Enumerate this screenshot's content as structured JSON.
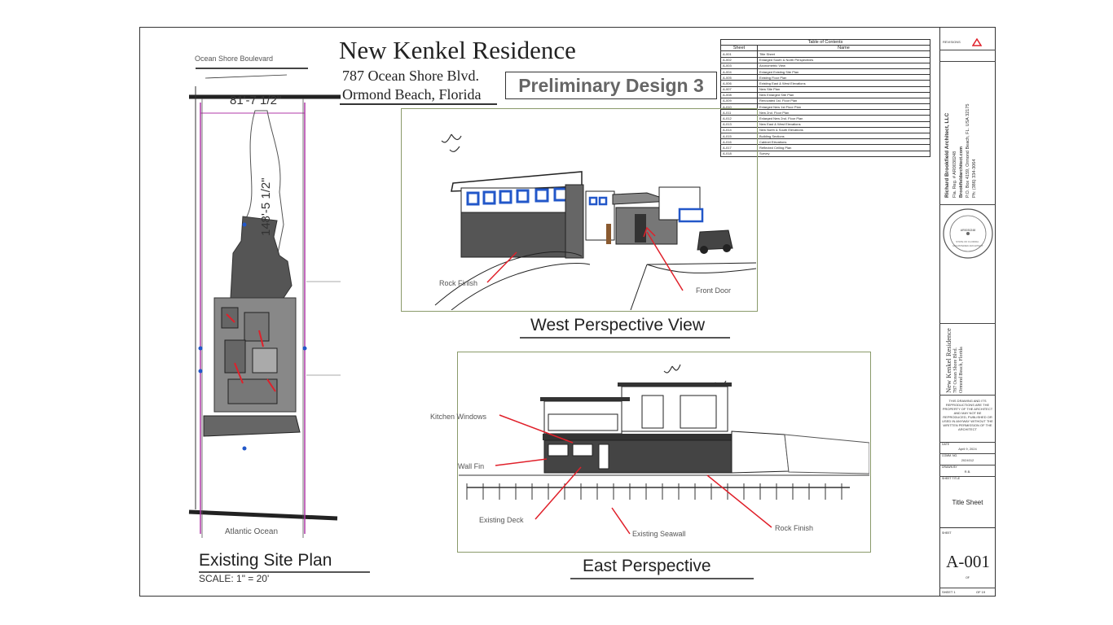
{
  "project": {
    "title": "New Kenkel Residence",
    "address_line1": "787 Ocean Shore Blvd.",
    "address_line2": "Ormond Beach, Florida",
    "design_label": "Preliminary Design 3"
  },
  "site_plan": {
    "street_label": "Ocean Shore Boulevard",
    "width_dim": "81'-7 1/2\"",
    "depth_dim": "148'-5 1/2\"",
    "ocean_label": "Atlantic Ocean",
    "caption": "Existing Site Plan",
    "scale": "SCALE: 1\"   = 20'"
  },
  "west_view": {
    "caption": "West Perspective View",
    "callouts": [
      "Rock Finish",
      "Front Door"
    ]
  },
  "east_view": {
    "caption": "East Perspective",
    "callouts": [
      "Kitchen Windows",
      "Wall Fin",
      "Existing Deck",
      "Existing Seawall",
      "Rock Finish"
    ]
  },
  "toc": {
    "title": "Table of Contents",
    "col_sheet": "Sheet",
    "col_name": "Name",
    "rows": [
      [
        "A-001",
        "Title Sheet"
      ],
      [
        "A-002",
        "Enlarged South & North Perspectives"
      ],
      [
        "A-003",
        "Axonometric View"
      ],
      [
        "A-004",
        "Enlarged Existing Site Plan"
      ],
      [
        "A-005",
        "Existing Floor Plan"
      ],
      [
        "A-006",
        "Existing East & West Elevations"
      ],
      [
        "A-007",
        "New Site Plan"
      ],
      [
        "A-008",
        "New Enlarged Site Plan"
      ],
      [
        "A-009",
        "Renovated 1st. Floor Plan"
      ],
      [
        "A-010",
        "Enlarged New 1st Floor Plan"
      ],
      [
        "A-011",
        "New 2nd. Floor Plan"
      ],
      [
        "A-012",
        "Enlarged New 2nd. Floor Plan"
      ],
      [
        "A-013",
        "New East & West Elevations"
      ],
      [
        "A-014",
        "New North & South Elevations"
      ],
      [
        "A-015",
        "Building Sections"
      ],
      [
        "A-016",
        "Cabinet Elevations"
      ],
      [
        "A-017",
        "Reflected Ceiling Plan"
      ],
      [
        "A-018",
        "Survey"
      ]
    ]
  },
  "title_block": {
    "revisions": "REVISIONS",
    "firm": "Richard Brookfield Architect, LLC",
    "firm_lines": [
      "Fla. Reg. # AR0030248",
      "Brookfieldarchitect.com",
      "P.O. Box 4159, Ormond Beach, FL. USA 32175",
      "Ph: (386) 334-3064"
    ],
    "seal_text": "STATE OF FLORIDA · REGISTERED ARCHITECT",
    "seal_center": "AR0030248",
    "project_vertical": "New Kenkel Residence",
    "project_vertical_addr": [
      "787 Ocean Shore Blvd.",
      "Ormond Beach, Florida"
    ],
    "notice": "THIS DRAWING AND ITS REPRODUCTIONS ARE THE PROPERTY OF THE ARCHITECT AND MAY NOT BE REPRODUCED, PUBLISHED OR USED IN ANYWAY WITHOUT THE WRITTEN PERMISSION OF THE ARCHITECT",
    "date_label": "DATE",
    "date_value": "April 9, 2024",
    "comm_label": "COMM. NO.",
    "comm_value": "2024012",
    "drawn_label": "DRAWN BY",
    "drawn_value": "R.B.",
    "sheet_title_label": "SHEET TITLE",
    "sheet_title": "Title Sheet",
    "sheet_label": "SHEET",
    "sheet_no": "A-001",
    "of_label": "OF",
    "sheet_count_left": "SHEET 1",
    "sheet_count_right": "OF 19"
  },
  "colors": {
    "accent_red": "#e0202a",
    "window_blue": "#2257c9",
    "property_line": "#b03aa8",
    "frame_green": "#8a9a6a"
  }
}
